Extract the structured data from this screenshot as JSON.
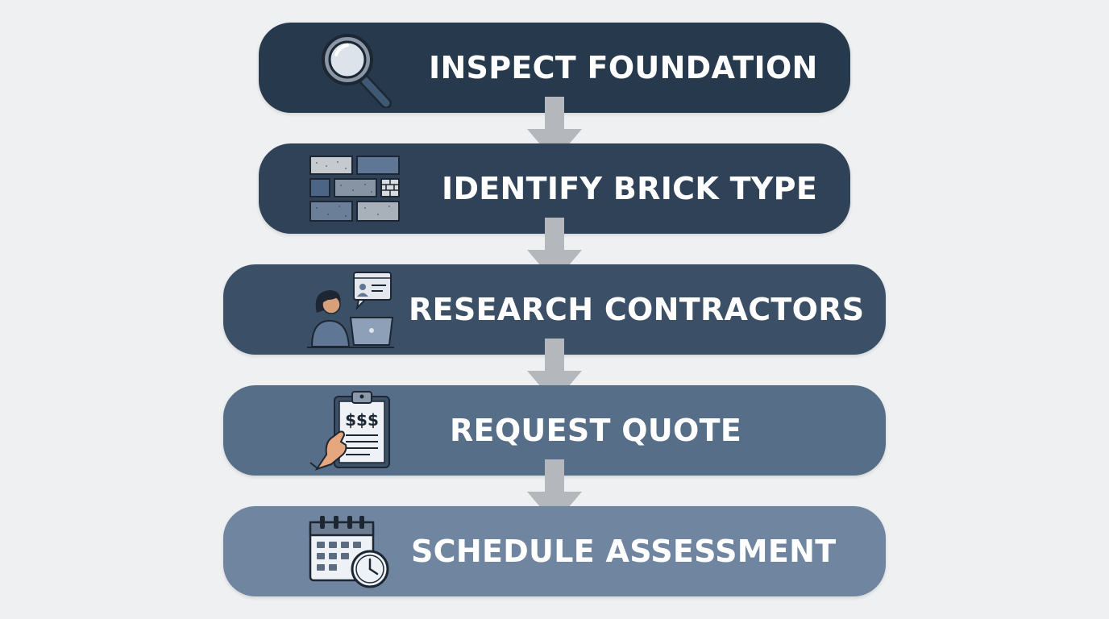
{
  "steps": [
    {
      "label": "INSPECT FOUNDATION",
      "icon": "magnifier-icon",
      "color": "#27394c"
    },
    {
      "label": "IDENTIFY BRICK TYPE",
      "icon": "brick-samples-icon",
      "color": "#2f4257"
    },
    {
      "label": "RESEARCH CONTRACTORS",
      "icon": "person-laptop-icon",
      "color": "#3b4f66"
    },
    {
      "label": "REQUEST QUOTE",
      "icon": "clipboard-quote-icon",
      "color": "#576e88"
    },
    {
      "label": "SCHEDULE ASSESSMENT",
      "icon": "calendar-clock-icon",
      "color": "#7085a0"
    }
  ],
  "quote_sheet_text": "$$$",
  "arrow_color": "#b4b8bd"
}
